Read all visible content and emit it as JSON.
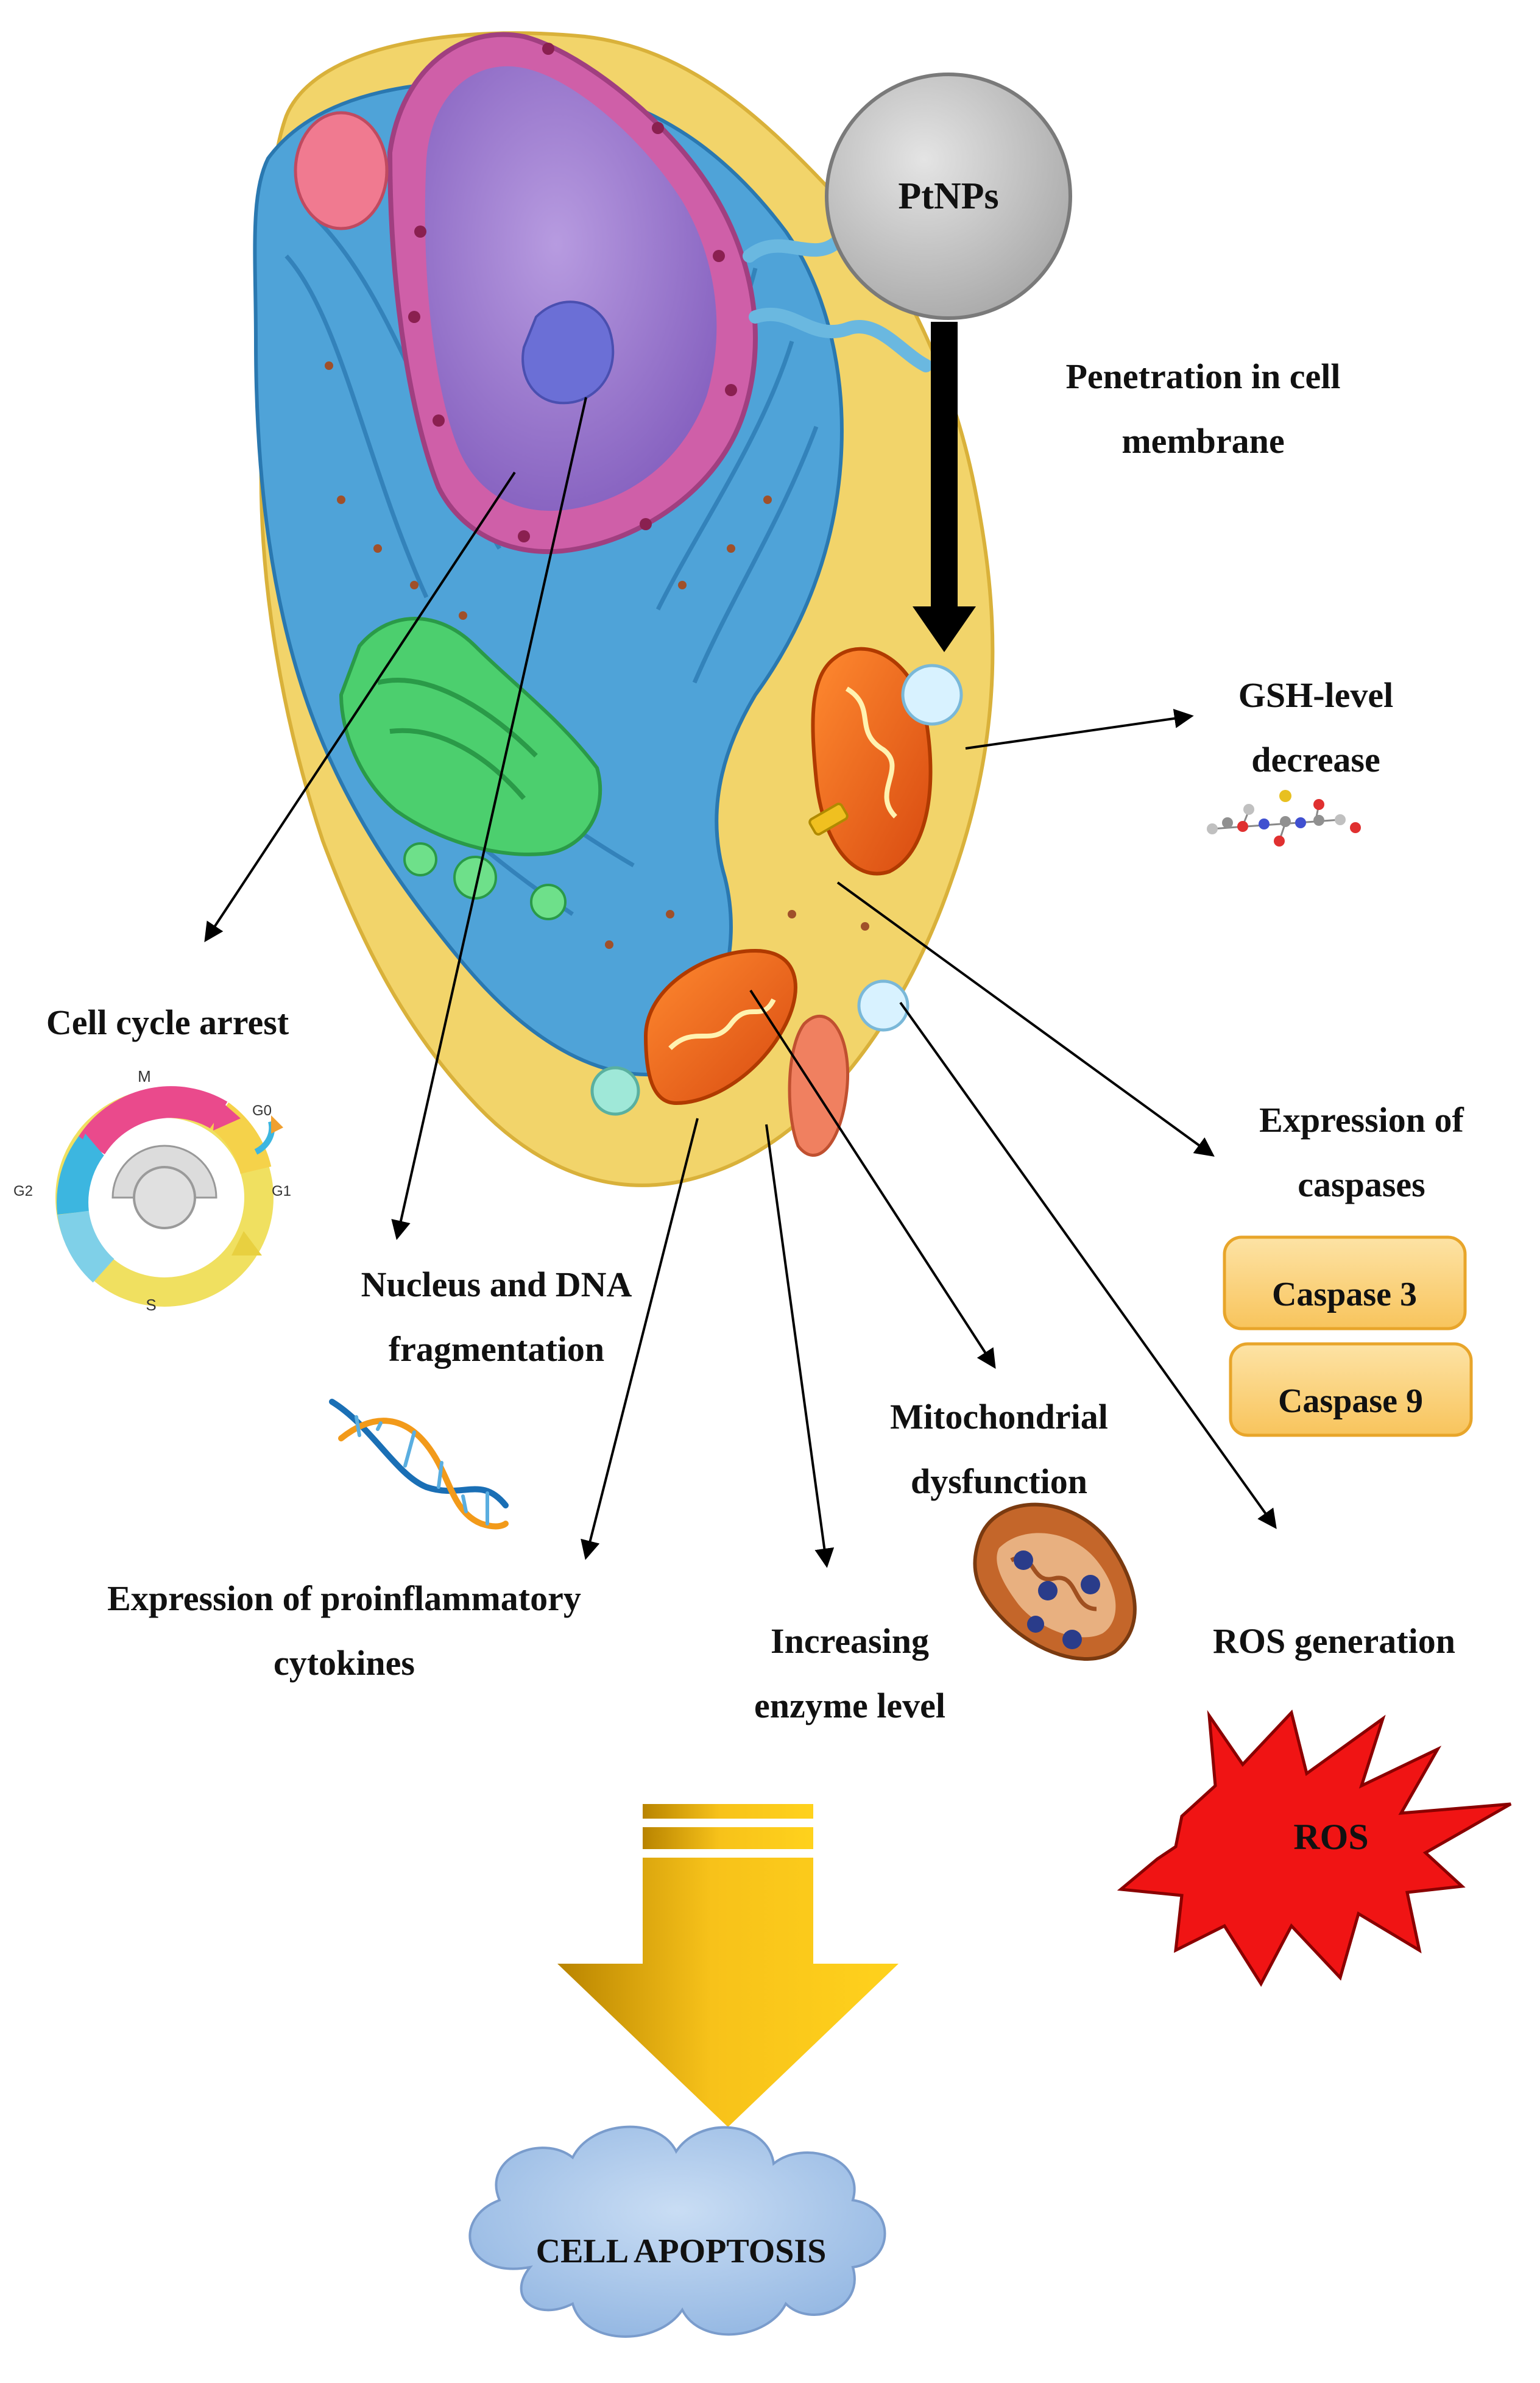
{
  "nodes": {
    "ptnps": "PtNPs",
    "ros": "ROS",
    "apoptosis": "CELL APOPTOSIS"
  },
  "labels": {
    "penetration": [
      "Penetration in cell",
      "membrane"
    ],
    "gsh": [
      "GSH-level",
      "decrease"
    ],
    "cell_cycle": [
      "Cell cycle arrest"
    ],
    "caspases": [
      "Expression of",
      "caspases"
    ],
    "nucleus": [
      "Nucleus and DNA",
      "fragmentation"
    ],
    "mito": [
      "Mitochondrial",
      "dysfunction"
    ],
    "cytokines": [
      "Expression of proinflammatory",
      "cytokines"
    ],
    "enzyme": [
      "Increasing",
      "enzyme level"
    ],
    "ros_gen": [
      "ROS generation"
    ]
  },
  "caspase_boxes": [
    "Caspase 3",
    "Caspase 9"
  ],
  "cell_cycle_phases": {
    "m": "M",
    "g0": "G0",
    "g1": "G1",
    "g2": "G2",
    "s": "S"
  },
  "icons": [
    "cell-illustration",
    "glutathione-molecule-icon",
    "cell-cycle-icon",
    "dna-helix-icon",
    "mitochondrion-icon",
    "ros-starburst",
    "cloud-shape",
    "down-arrow"
  ],
  "colors": {
    "ptnps_fill": "#c8c8c8",
    "caspase_fill": "#fbd27a",
    "caspase_stroke": "#e8a52a",
    "ros_fill": "#f01414",
    "arrow_gold": "#f5b800",
    "cloud_fill": "#a9c9ec",
    "nucleus": "#9b79c9",
    "er": "#4fa3d8",
    "golgi": "#4ccf6e",
    "cytoplasm": "#f2d46a",
    "mitochondria": "#f06a20"
  }
}
